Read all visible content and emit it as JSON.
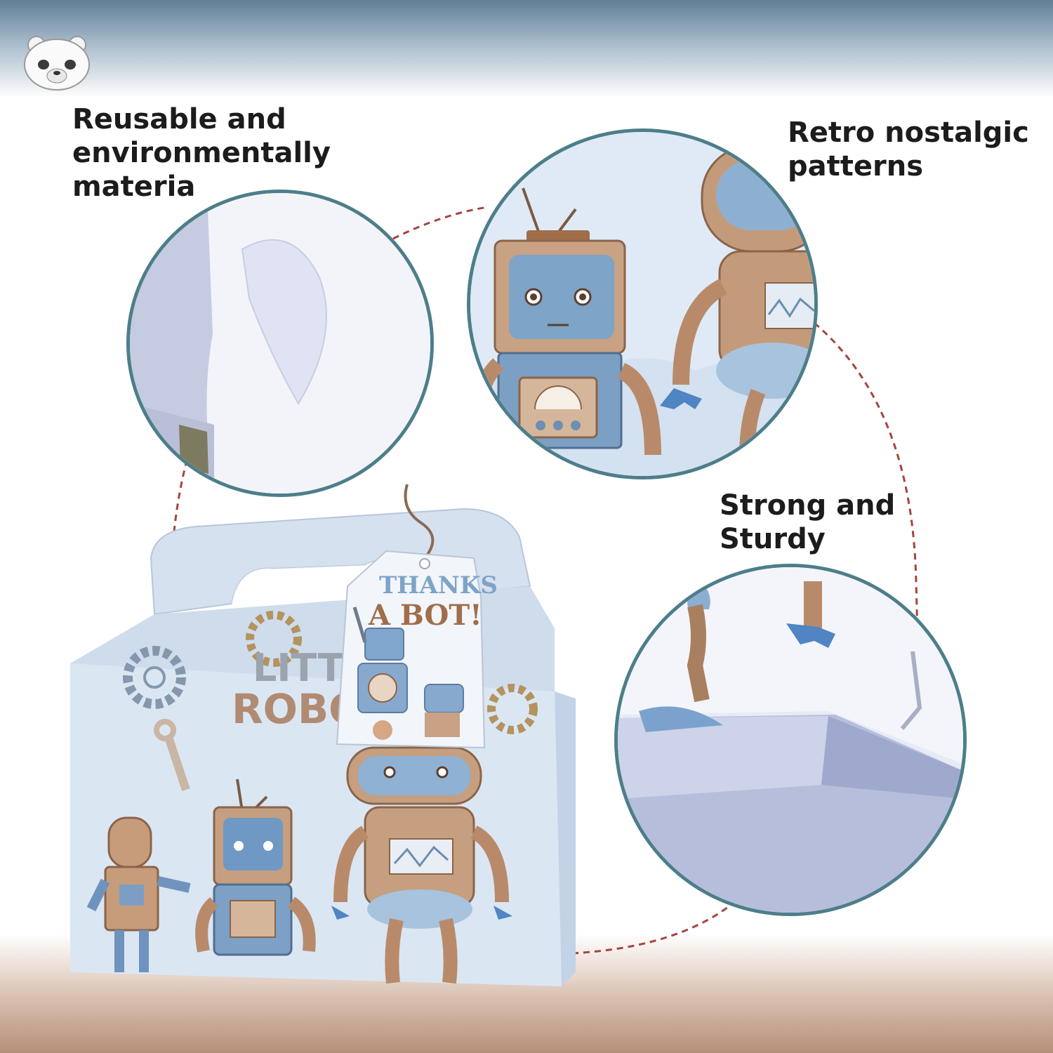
{
  "features": {
    "reusable": {
      "line1": "Reusable and",
      "line2": "environmentally",
      "line3": "materia"
    },
    "retro": {
      "line1": "Retro nostalgic",
      "line2": "patterns"
    },
    "sturdy": {
      "line1": "Strong and",
      "line2": "Sturdy"
    }
  },
  "product": {
    "tag_line1": "THANKS",
    "tag_line2": "A BOT!",
    "box_line1": "LITT",
    "box_line2": "ROBO"
  },
  "colors": {
    "header_blue": "#5f7f98",
    "circle_border": "#4d7e8a",
    "dash_line": "#a6433f",
    "text": "#1c1c1c"
  },
  "icons": [
    "bear-logo-icon",
    "robot-icon",
    "gear-icon",
    "wrench-icon"
  ]
}
